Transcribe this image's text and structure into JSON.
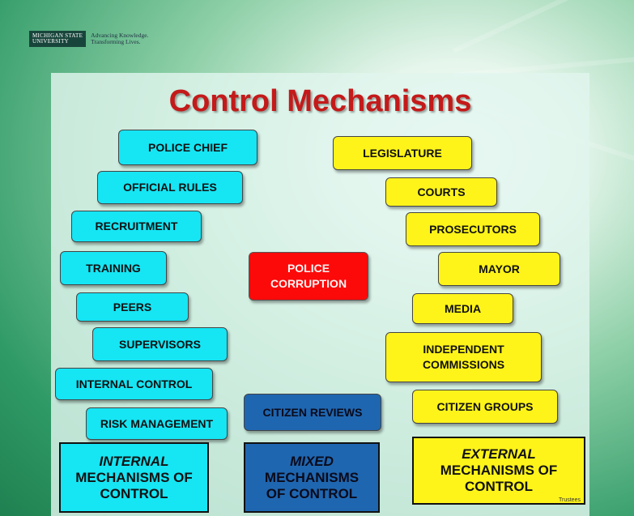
{
  "logo": {
    "line1": "MICHIGAN STATE",
    "line2": "UNIVERSITY",
    "tagline1": "Advancing Knowledge.",
    "tagline2": "Transforming Lives."
  },
  "title": "Control Mechanisms",
  "internal": [
    "POLICE CHIEF",
    "OFFICIAL RULES",
    "RECRUITMENT",
    "TRAINING",
    "PEERS",
    "SUPERVISORS",
    "INTERNAL CONTROL",
    "RISK MANAGEMENT"
  ],
  "external": [
    "LEGISLATURE",
    "COURTS",
    "PROSECUTORS",
    "MAYOR",
    "MEDIA",
    "INDEPENDENT COMMISSIONS",
    "CITIZEN GROUPS"
  ],
  "center": "POLICE CORRUPTION",
  "mixed_item": "CITIZEN REVIEWS",
  "categories": {
    "internal": {
      "word": "INTERNAL",
      "rest": "MECHANISMS OF CONTROL"
    },
    "mixed": {
      "word": "MIXED",
      "rest": "MECHANISMS OF CONTROL"
    },
    "external": {
      "word": "EXTERNAL",
      "rest": "MECHANISMS OF CONTROL"
    }
  },
  "footer": "Trustees",
  "colors": {
    "internal": "#16e5f4",
    "external": "#fff41a",
    "center": "#fc0a0a",
    "mixed": "#1f66b0",
    "title": "#c41a1a"
  }
}
